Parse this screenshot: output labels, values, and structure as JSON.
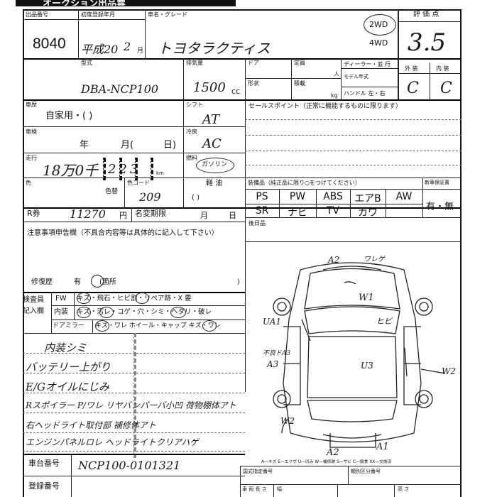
{
  "header": {
    "banner": "オークション出品票",
    "lot_label": "出品番号",
    "lot_no": "8040",
    "first_reg_label": "初度登録年月",
    "first_reg_era": "平成20",
    "first_reg_month": "2",
    "month_unit": "月",
    "model_label": "車名・グレード",
    "model": "トヨタラクティス",
    "drive_options": [
      "2WD",
      "4WD"
    ],
    "score_label": "評 価 点",
    "score": "3.5"
  },
  "specs": {
    "type_label": "型式",
    "type": "DBA-NCP100",
    "cc_label": "排気量",
    "cc": "1500",
    "cc_unit": "cc",
    "door_label": "ドア",
    "capacity_label": "定員",
    "capacity_unit": "人",
    "shape_label": "形状",
    "load_label": "積載",
    "load_unit": "kg",
    "dealer_label": "ディーラー・並 行",
    "model_year_label": "モデル年式",
    "handle_label": "ハンドル 左・右",
    "exterior_label": "外 装",
    "interior_label": "内 装",
    "exterior_grade": "C",
    "interior_grade": "C"
  },
  "usage": {
    "label": "車歴",
    "value": "自家用・(                )",
    "shift_label": "シフト",
    "shift": "AT",
    "cooling_label": "冷房",
    "cooling": "AC",
    "fuel_label": "燃料",
    "fuel": "ガソリン",
    "light_oil": "軽 油",
    "fuel_paren": "(                )",
    "sales_label": "セールスポイント（正常に機能するものに限ります）"
  },
  "inspection": {
    "label": "車検",
    "year_unit": "年",
    "month_unit": "月(",
    "day_unit": "日)"
  },
  "mileage": {
    "label": "走行",
    "value": "18万0千",
    "digits": "223",
    "unit": "km"
  },
  "color": {
    "label": "色",
    "change_label": "色替",
    "code_label": "色コード",
    "code": "209"
  },
  "equipment": {
    "label": "装備品（純正品に限り○をつけてください）",
    "row1": [
      "PS",
      "PW",
      "ABS",
      "エアB",
      "AW"
    ],
    "row2": [
      "SR",
      "ナビ",
      "TV",
      "カワ"
    ],
    "new_car_warranty_label": "新車保証書",
    "new_car_warranty": "有・無"
  },
  "recycle": {
    "label": "R券",
    "amount": "11270",
    "yen": "円",
    "owner_change_label": "名変期限",
    "month": "月",
    "day": "日"
  },
  "notes": {
    "label": "注意事項申告欄（不具合内容等は具体的に記入して下さい）",
    "rear_seat_label": "後日品",
    "repair_history_label": "修復歴",
    "repair_history_value": "有",
    "repair_parts": "(箇所",
    "paren_close": ")"
  },
  "inspector": {
    "label1": "検査員",
    "label2": "記入欄",
    "rows": [
      {
        "head": "FW",
        "text": "キズ・飛石・ヒビ割・リペア跡・X 要"
      },
      {
        "head": "内装",
        "text": "キズ・汚レ・コゲ・穴・シミ・ヘタリ・破レ"
      },
      {
        "head": "ドアミラー",
        "text": "キズ・ワレ  ホイール・キャップ  キズ・ワレ"
      }
    ]
  },
  "handwritten_notes": [
    "内装シミ",
    "バッテリー上がり",
    "E/Gオイルにじみ",
    "Rスポイラー P/ワレ     リヤバンパーバ小凹  荷物棚体アト",
    "右ヘッドライト取付部 補修体アト",
    "エンジンパネルロレ     ヘッドライトクリアハゲ"
  ],
  "diagram_marks": [
    "A2",
    "ワレゲ",
    "W1",
    "ヒビ",
    "UA1",
    "A3",
    "U3",
    "W2",
    "W2",
    "A2",
    "A1",
    "不良ドA3"
  ],
  "legend": "A―キズ  E―エクボ  U―凹み  W―補修跡  S―サビ  C―腐食  XX―交換済",
  "footer": {
    "vin_label": "車台番号",
    "vin": "NCP100-0101321",
    "reg_label": "登録番号",
    "prev_reg_label": "国式指定番号",
    "category_label": "類別区分番号",
    "length_label": "車 両 長 さ",
    "width_label": "幅",
    "height_label": "高 さ"
  }
}
